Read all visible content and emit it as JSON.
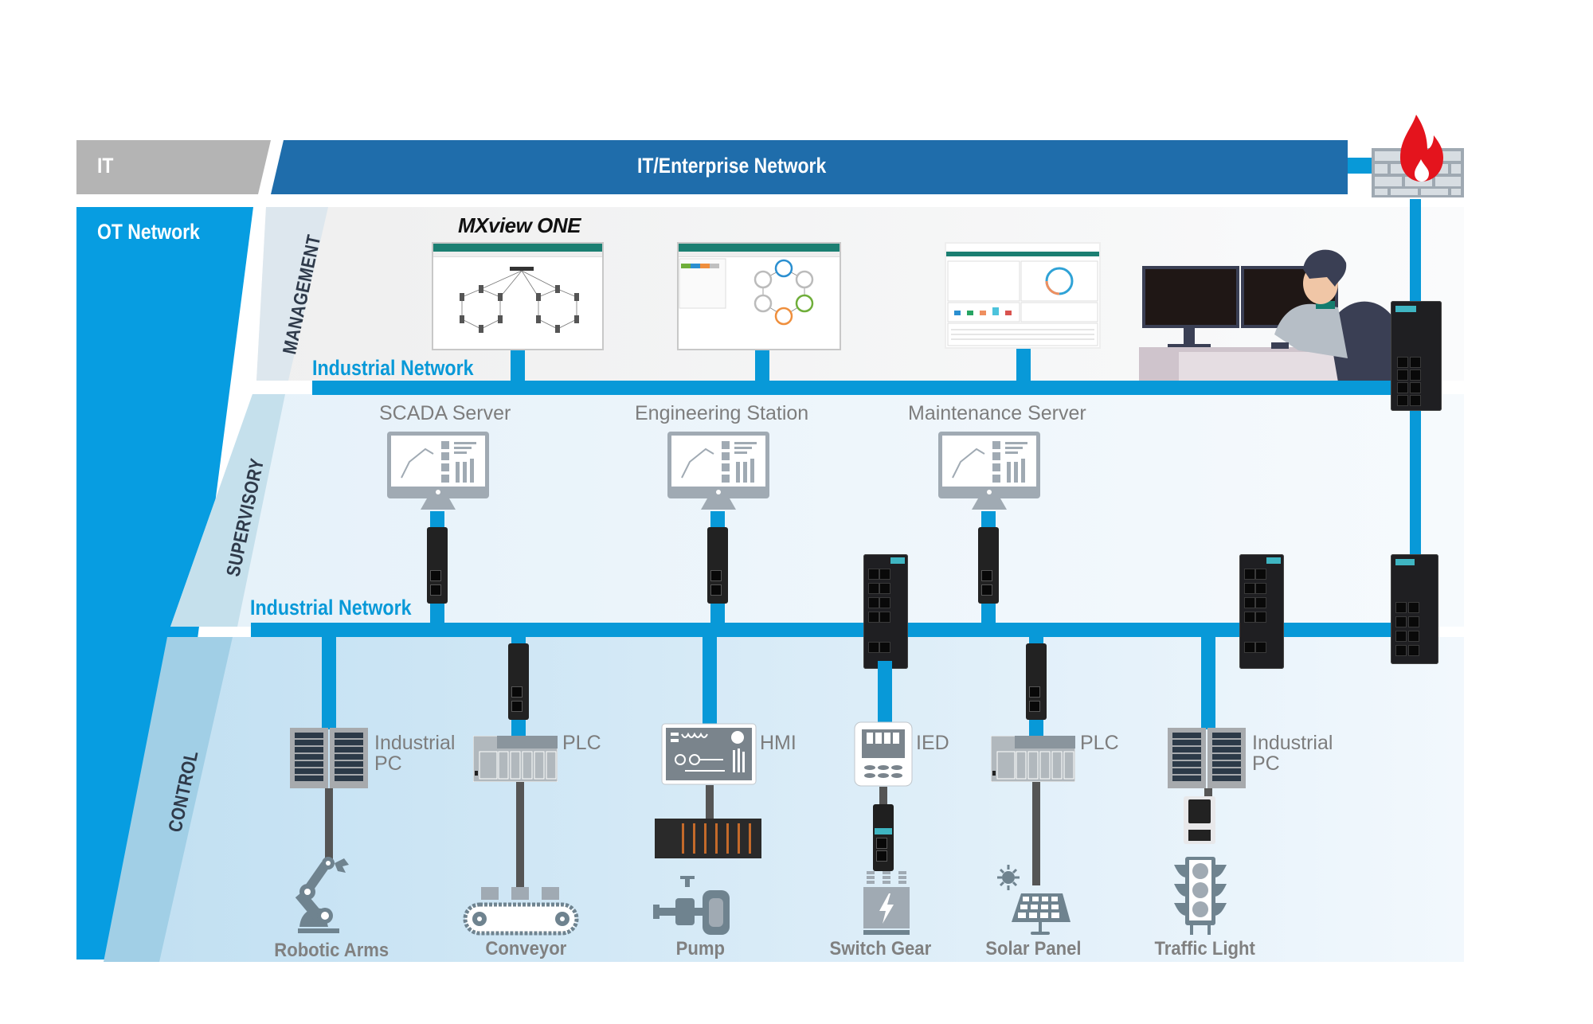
{
  "title": "IT/OT Network Architecture",
  "colors": {
    "it_gray": "#b4b4b4",
    "enterprise_blue": "#1f6dab",
    "ot_blue": "#079de1",
    "bus_blue": "#0899d8",
    "field_wire": "#555555",
    "firewall_flame": "#e4141d",
    "label_gray": "#7d7d7d",
    "layer_text": "#2f3a4a"
  },
  "header": {
    "it_label": "IT",
    "enterprise_label": "IT/Enterprise Network",
    "ot_label": "OT Network"
  },
  "firewall": {
    "icon": "firewall-icon"
  },
  "layers": {
    "management": "MANAGEMENT",
    "supervisory": "SUPERVISORY",
    "control": "CONTROL"
  },
  "management": {
    "network_label": "Industrial Network",
    "product_logo": "MXview ONE",
    "screens": [
      {
        "name": "mxview-topology",
        "app_title": "MXview ONE"
      },
      {
        "name": "mxview-security-view",
        "app_title": "MXview ONE"
      },
      {
        "name": "security-dashboard",
        "app_title": "MOXA Security Dashboard Console"
      }
    ],
    "operator": "operator-workstation"
  },
  "supervisory": {
    "network_label": "Industrial Network",
    "stations": [
      {
        "label": "SCADA Server"
      },
      {
        "label": "Engineering Station"
      },
      {
        "label": "Maintenance Server"
      }
    ]
  },
  "control": {
    "devices": [
      {
        "label": "Industrial PC",
        "line1": "Industrial",
        "line2": "PC",
        "field": "Robotic Arms"
      },
      {
        "label": "PLC",
        "line1": "PLC",
        "line2": "",
        "field": "Conveyor"
      },
      {
        "label": "HMI",
        "line1": "HMI",
        "line2": "",
        "field": "Pump"
      },
      {
        "label": "IED",
        "line1": "IED",
        "line2": "",
        "field": "Switch Gear"
      },
      {
        "label": "PLC",
        "line1": "PLC",
        "line2": "",
        "field": "Solar Panel"
      },
      {
        "label": "Industrial PC",
        "line1": "Industrial",
        "line2": "PC",
        "field": "Traffic Light"
      }
    ]
  }
}
